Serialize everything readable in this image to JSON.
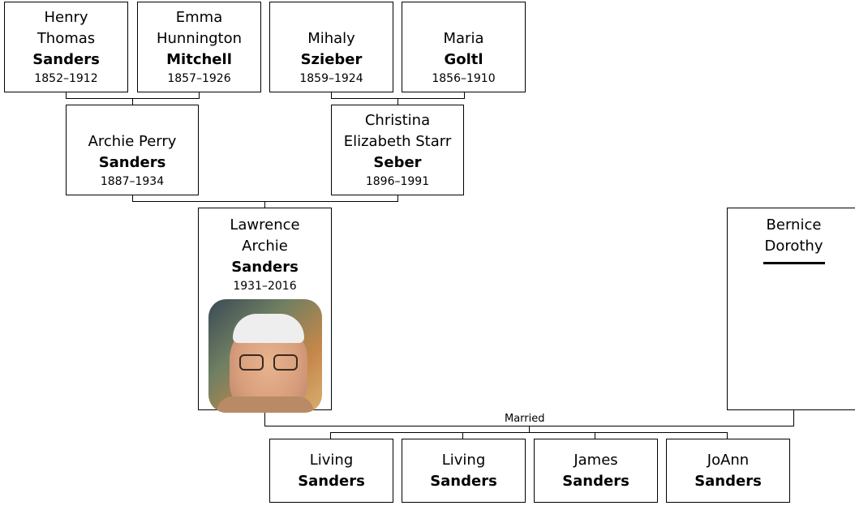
{
  "people": {
    "henry": {
      "given": [
        "Henry",
        "Thomas"
      ],
      "surname": "Sanders",
      "dates": "1852–1912"
    },
    "emma": {
      "given": [
        "Emma",
        "Hunnington"
      ],
      "surname": "Mitchell",
      "dates": "1857–1926"
    },
    "mihaly": {
      "given": [
        "Mihaly"
      ],
      "surname": "Szieber",
      "dates": "1859–1924"
    },
    "maria": {
      "given": [
        "Maria"
      ],
      "surname": "Goltl",
      "dates": "1856–1910"
    },
    "archie": {
      "given": [
        "Archie Perry"
      ],
      "surname": "Sanders",
      "dates": "1887–1934"
    },
    "christina": {
      "given": [
        "Christina",
        "Elizabeth Starr"
      ],
      "surname": "Seber",
      "dates": "1896–1991"
    },
    "lawrence": {
      "given": [
        "Lawrence",
        "Archie"
      ],
      "surname": "Sanders",
      "dates": "1931–2016"
    },
    "bernice": {
      "given": [
        "Bernice",
        "Dorothy"
      ]
    },
    "child1": {
      "given": [
        "Living"
      ],
      "surname": "Sanders"
    },
    "child2": {
      "given": [
        "Living"
      ],
      "surname": "Sanders"
    },
    "child3": {
      "given": [
        "James"
      ],
      "surname": "Sanders"
    },
    "child4": {
      "given": [
        "JoAnn"
      ],
      "surname": "Sanders"
    }
  },
  "labels": {
    "married": "Married"
  }
}
